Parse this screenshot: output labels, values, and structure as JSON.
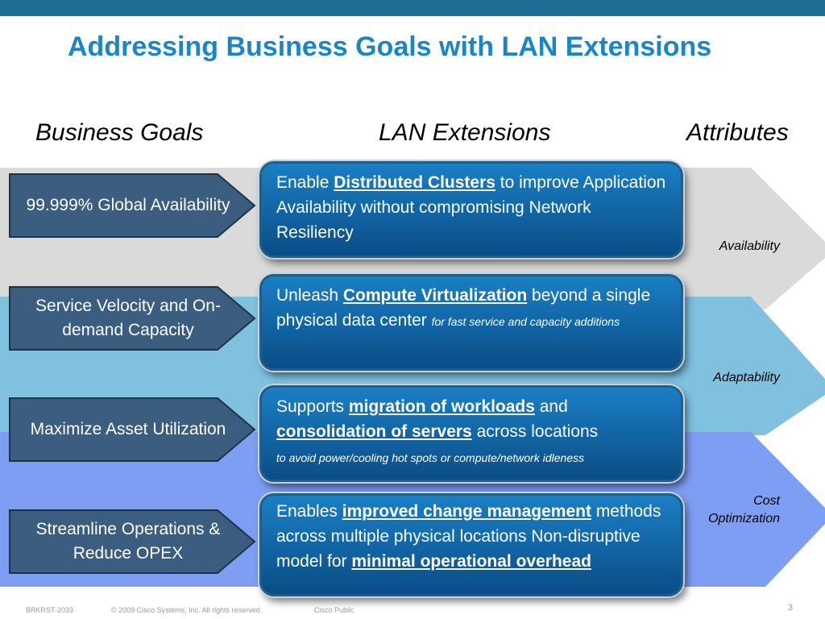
{
  "slide": {
    "title": "Addressing Business Goals with LAN Extensions",
    "columns": {
      "goals": "Business Goals",
      "extensions": "LAN Extensions",
      "attributes": "Attributes"
    }
  },
  "goals": [
    {
      "text": "99.999% Global Availability"
    },
    {
      "text": "Service Velocity and On-demand Capacity"
    },
    {
      "text": "Maximize Asset Utilization"
    },
    {
      "text": "Streamline Operations & Reduce OPEX"
    }
  ],
  "extensions": [
    {
      "pre": "Enable ",
      "highlight": "Distributed Clusters",
      "post": " to improve Application Availability without compromising Network Resiliency"
    },
    {
      "pre": "Unleash ",
      "highlight": "Compute Virtualization",
      "post": " beyond a single physical data center ",
      "note": "for fast service and capacity additions"
    },
    {
      "pre": "Supports ",
      "highlight": "migration of workloads",
      "mid": " and ",
      "highlight2": "consolidation of servers",
      "post": " across locations",
      "note": "to avoid power/cooling hot spots or compute/network idleness"
    },
    {
      "pre": "Enables ",
      "highlight": "improved change management",
      "post": " methods across multiple physical locations Non-disruptive model for ",
      "highlight2": "minimal operational overhead"
    }
  ],
  "attributes": [
    "Availability",
    "Adaptability",
    "Cost Optimization"
  ],
  "colors": {
    "band_gray": "#dadada",
    "band_lightblue": "#7fc1df",
    "band_blue": "#7d9ef2",
    "goal_box": "#3a5d80",
    "title": "#1b86c4"
  },
  "footer": {
    "code": "BRKRST-2033",
    "copyright": "© 2009 Cisco Systems, Inc. All rights reserved.",
    "classification": "Cisco Public",
    "page_number": "3"
  }
}
